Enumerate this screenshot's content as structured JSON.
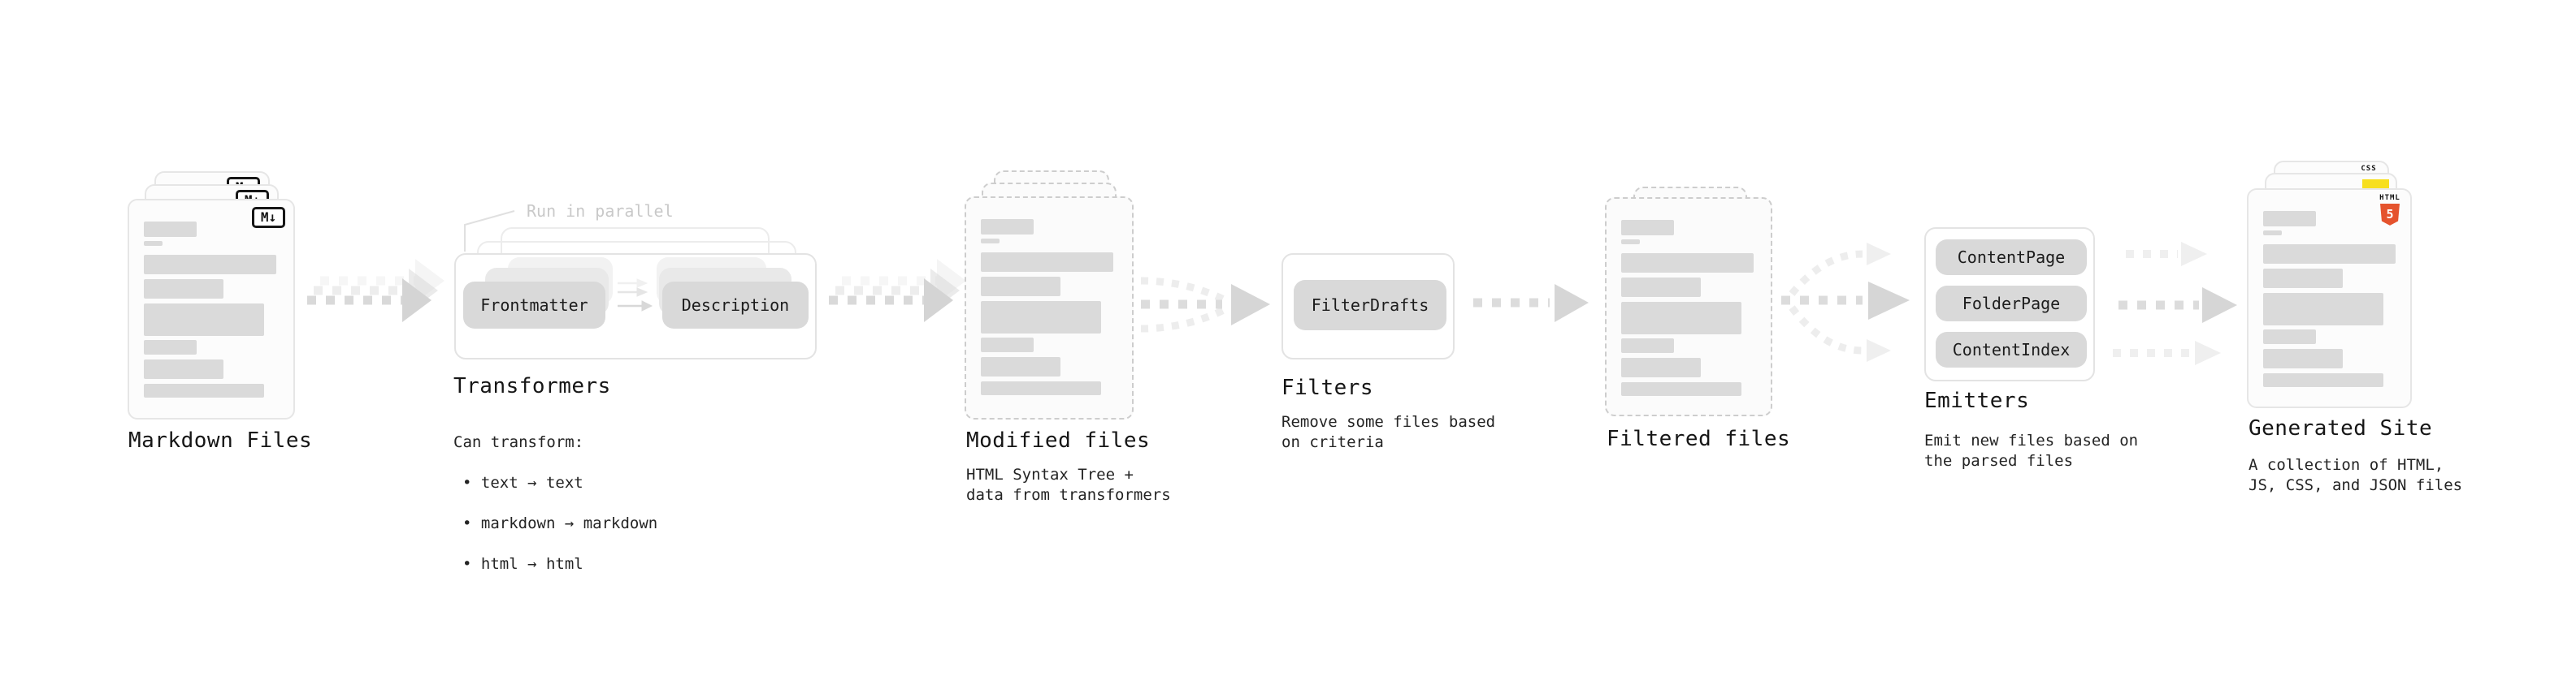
{
  "diagram": {
    "markdown": {
      "label": "Markdown Files",
      "badge": "M↓"
    },
    "transformers": {
      "title": "Transformers",
      "parallel_note": "Run in parallel",
      "source_box": "Frontmatter",
      "target_box": "Description",
      "desc_heading": "Can transform:",
      "bullets": [
        "• text → text",
        "• markdown → markdown",
        "• html → html"
      ]
    },
    "modified": {
      "label": "Modified files",
      "desc": "HTML Syntax Tree +\ndata from transformers"
    },
    "filters": {
      "title": "Filters",
      "box_label": "FilterDrafts",
      "desc": "Remove some files based\non criteria"
    },
    "filtered": {
      "label": "Filtered files"
    },
    "emitters": {
      "title": "Emitters",
      "box_labels": [
        "ContentPage",
        "FolderPage",
        "ContentIndex"
      ],
      "desc": "Emit new files based on\nthe parsed files"
    },
    "generated": {
      "label": "Generated Site",
      "desc": "A collection of HTML,\nJS, CSS, and JSON files",
      "html5_badge_word": "HTML",
      "html5_badge_number": "5",
      "css_badge": "CSS"
    }
  },
  "colors": {
    "html5_orange": "#e5532d",
    "js_yellow": "#f7df1e",
    "css_blue": "#2b6bf3",
    "card_border": "#e6e6e6",
    "dashed_border": "#cdcdcd",
    "skeleton_gray": "#dadada",
    "box_gray": "#d9d9d9",
    "arrow_gray": "#dbdbdb",
    "text_dark": "#1c1c1c",
    "muted_note": "#c9c9c9"
  }
}
